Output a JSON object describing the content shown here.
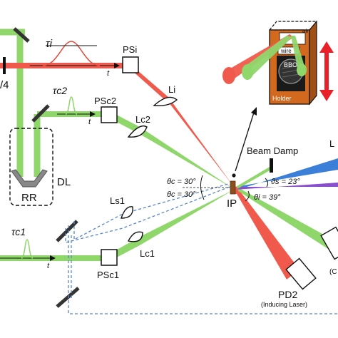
{
  "colors": {
    "green": "#8fd66b",
    "red": "#f05a4c",
    "blue": "#3b7fd8",
    "purple": "#8a4fd0",
    "dashed_blue": "#5a85c8",
    "holder_fill": "#d2691e",
    "holder_arrow": "#e8202a",
    "pulse": "#e24a3a"
  },
  "labels": {
    "lambda_quarter": "/4",
    "tau_i": "τi",
    "tau_c2": "τc2",
    "tau_c1": "τc1",
    "t": "t",
    "ps_i": "PSi",
    "ps_c2": "PSc2",
    "ps_c1": "PSc1",
    "l_i": "Li",
    "l_c2": "Lc2",
    "l_s1": "Ls1",
    "l_c1": "Lc1",
    "dl": "DL",
    "rr": "RR",
    "beam_damp": "Beam Damp",
    "ip": "IP",
    "theta_c_top": "θc = 30°",
    "theta_c_bottom": "θc = 30°",
    "theta_s": "ϑs = 23°",
    "theta_i": "θi = 39°",
    "pd2": "PD2",
    "pd2_note": "(Inducing Laser)",
    "right_edge_label": "(C",
    "l_right": "L",
    "air": "air",
    "wire": "wire",
    "bbo": "BBO",
    "holder": "Holder"
  }
}
